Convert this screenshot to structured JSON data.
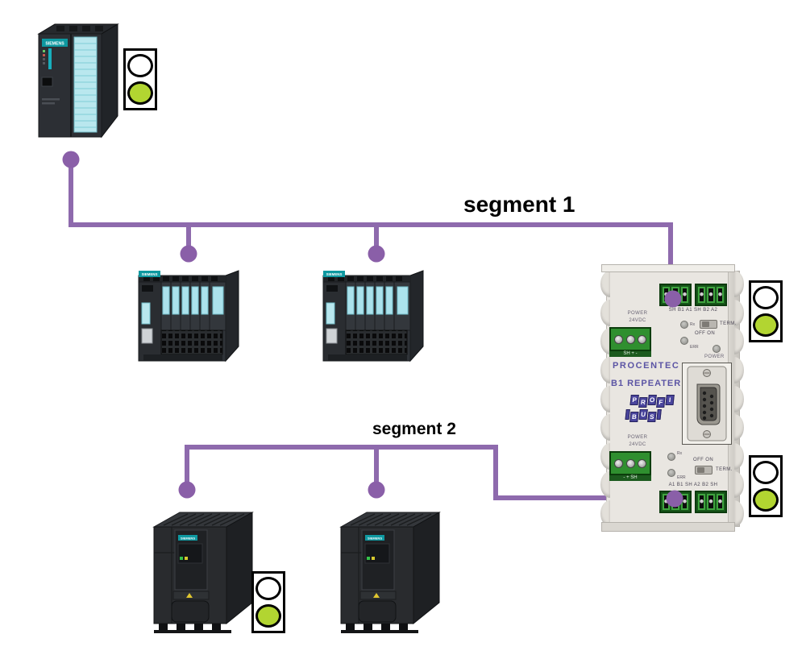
{
  "colors": {
    "bus_line": "#8e6aad",
    "bus_dot": "#8a5fa8",
    "indicator_green": "#b2d531",
    "terminal_green": "#2f8f2f",
    "brand_teal": "#0e98a0",
    "repeater_body": "#e9e6e1",
    "logo_purple": "#4a459d",
    "repeater_text_purple": "#5b54a4"
  },
  "labels": {
    "segment1": "segment 1",
    "segment2": "segment 2"
  },
  "devices": {
    "plc": {
      "brand": "SIEMENS"
    },
    "io1": {
      "brand": "SIEMENS"
    },
    "io2": {
      "brand": "SIEMENS"
    },
    "drive1": {
      "brand": "SIEMENS"
    },
    "drive2": {
      "brand": "SIEMENS"
    }
  },
  "repeater": {
    "brand": "PROCENTEC",
    "model": "B1 REPEATER",
    "logo_row1": [
      "P",
      "R",
      "O",
      "F",
      "I"
    ],
    "logo_row2": [
      "B",
      "U",
      "S"
    ],
    "top": {
      "power": "POWER",
      "voltage": "24VDC",
      "power_pins": "SH + -",
      "led_rx": "Rx",
      "led_err": "ERR",
      "term": "TERM.",
      "onoff": "OFF ON",
      "terminals": "SH B1 A1  SH B2 A2",
      "power_led": "POWER"
    },
    "bottom": {
      "power": "POWER",
      "voltage": "24VDC",
      "power_pins": "- + SH",
      "led_rx": "Rx",
      "led_err": "ERR",
      "term": "TERM.",
      "onoff": "OFF ON",
      "terminals": "A1 B1 SH  A2 B2 SH"
    }
  }
}
